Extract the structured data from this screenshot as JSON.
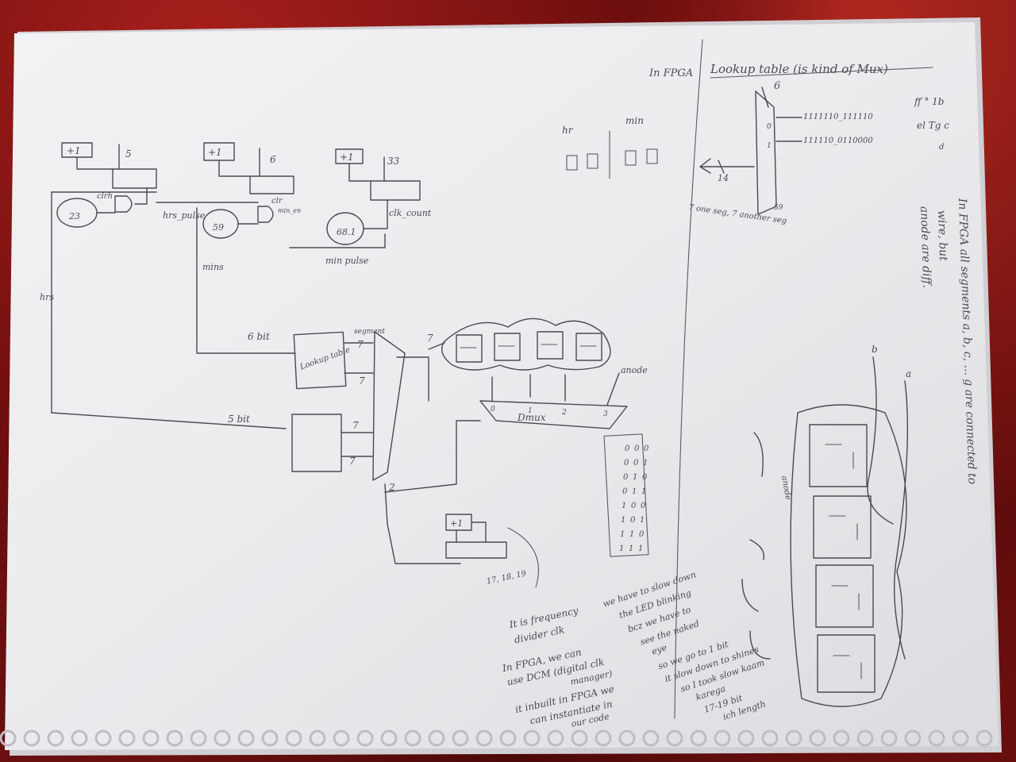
{
  "header": {
    "fpga_label": "In FPGA",
    "title": "Lookup table (is kind of Mux)"
  },
  "counter_section": {
    "blocks": [
      {
        "box_label": "+1",
        "width_label": "5",
        "compare": "23",
        "and_label": "clrh"
      },
      {
        "box_label": "+1",
        "width_label": "6",
        "compare": "59",
        "and_label": "clr",
        "enable_label": "min_en"
      },
      {
        "box_label": "+1",
        "width_label": "33",
        "compare": "68.1"
      }
    ],
    "signals": {
      "hrs_pulse": "hrs_pulse",
      "min_pulse": "min pulse",
      "clk_count": "clk_count",
      "mins": "mins",
      "hrs": "hrs"
    }
  },
  "display_labels": {
    "hr": "hr",
    "min": "min"
  },
  "lookup_mux": {
    "input_width": "6 bit",
    "second_width": "5 bit",
    "lut_label": "Lookup table",
    "segment_label": "segment",
    "seven_a": "7",
    "seven_b": "7",
    "seven_c": "7",
    "seven_d": "7",
    "seven_out": "7",
    "sel_width": "2",
    "demux_label": "Dmux",
    "anode_label": "anode",
    "demux_ports": [
      "0",
      "1",
      "2",
      "3"
    ]
  },
  "right_lut": {
    "width_in": "6",
    "row0_index": "0",
    "row1_index": "1",
    "row0_value": "1111110_111110",
    "row1_value": "111110_0110000",
    "last_index": "59",
    "out_width": "14",
    "note": "7 one seg, 7 another seg"
  },
  "corner_note": {
    "line1": "ff ° 1b",
    "line2": "el Tg c",
    "line3": "d"
  },
  "side_note": {
    "line1": "In FPGA all segments a, b, c, ... g are connected to",
    "line2": "wire, but",
    "line3": "anode are diff."
  },
  "seg_labels": {
    "b": "b",
    "a": "a",
    "anode": "anode"
  },
  "truth_table": {
    "rows": [
      [
        "0",
        "0",
        "0"
      ],
      [
        "0",
        "0",
        "1"
      ],
      [
        "0",
        "1",
        "0"
      ],
      [
        "0",
        "1",
        "1"
      ],
      [
        "1",
        "0",
        "0"
      ],
      [
        "1",
        "0",
        "1"
      ],
      [
        "1",
        "1",
        "0"
      ],
      [
        "1",
        "1",
        "1"
      ]
    ]
  },
  "divider": {
    "box_label": "+1",
    "bits_label": "17, 18, 19"
  },
  "notes": {
    "left": [
      "It is frequency",
      "divider clk",
      "In FPGA, we can",
      "use DCM (digital clk",
      "manager)",
      "it inbuilt in FPGA we",
      "can instantiate in",
      "our code"
    ],
    "right": [
      "we have to slow down",
      "the LED blinking",
      "bcz we have to",
      "see the naked",
      "eye",
      "so we go to 1 bit",
      "it slow down to shines",
      "so I took slow kaam",
      "karega",
      "17-19 bit",
      "ich length"
    ]
  }
}
